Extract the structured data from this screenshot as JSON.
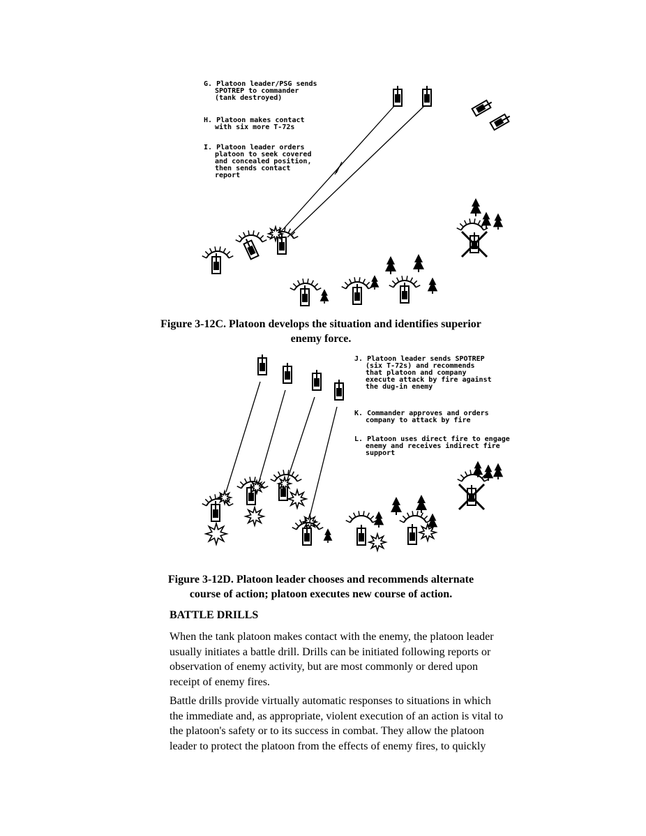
{
  "figure_c": {
    "notes": [
      {
        "label": "G.",
        "lines": [
          "Platoon leader/PSG sends",
          "SPOTREP to commander",
          "(tank destroyed)"
        ]
      },
      {
        "label": "H.",
        "lines": [
          "Platoon makes contact",
          "with six more T-72s"
        ]
      },
      {
        "label": "I.",
        "lines": [
          "Platoon leader orders",
          "platoon to seek covered",
          "and concealed position,",
          "then sends contact",
          "report"
        ]
      }
    ],
    "caption": [
      "Figure 3-12C. Platoon develops the situation and identifies superior",
      "enemy force."
    ]
  },
  "figure_d": {
    "notes": [
      {
        "label": "J.",
        "lines": [
          "Platoon leader sends SPOTREP",
          "(six T-72s) and recommends",
          "that platoon and company",
          "execute attack by fire against",
          "the dug-in enemy"
        ]
      },
      {
        "label": "K.",
        "lines": [
          "Commander approves and orders",
          "company to attack by fire"
        ]
      },
      {
        "label": "L.",
        "lines": [
          "Platoon uses direct fire to engage",
          "enemy and receives indirect fire",
          "support"
        ]
      }
    ],
    "caption": [
      "Figure 3-12D. Platoon leader chooses and recommends alternate",
      "course of action; platoon executes new course of action."
    ]
  },
  "section": {
    "heading": "BATTLE DRILLS",
    "paragraphs": [
      [
        "When the tank platoon makes contact with the enemy, the platoon leader",
        "usually initiates a battle drill. Drills can be initiated following reports or",
        "observation of enemy activity, but are most commonly or dered upon",
        "receipt of enemy fires."
      ],
      [
        "Battle drills provide virtually automatic responses to situations in which",
        "the immediate and, as appropriate, violent execution of an action is vital to",
        "the platoon's safety or to its success in combat. They allow the platoon",
        "leader to protect the platoon from the effects of enemy fires, to quickly"
      ]
    ]
  }
}
